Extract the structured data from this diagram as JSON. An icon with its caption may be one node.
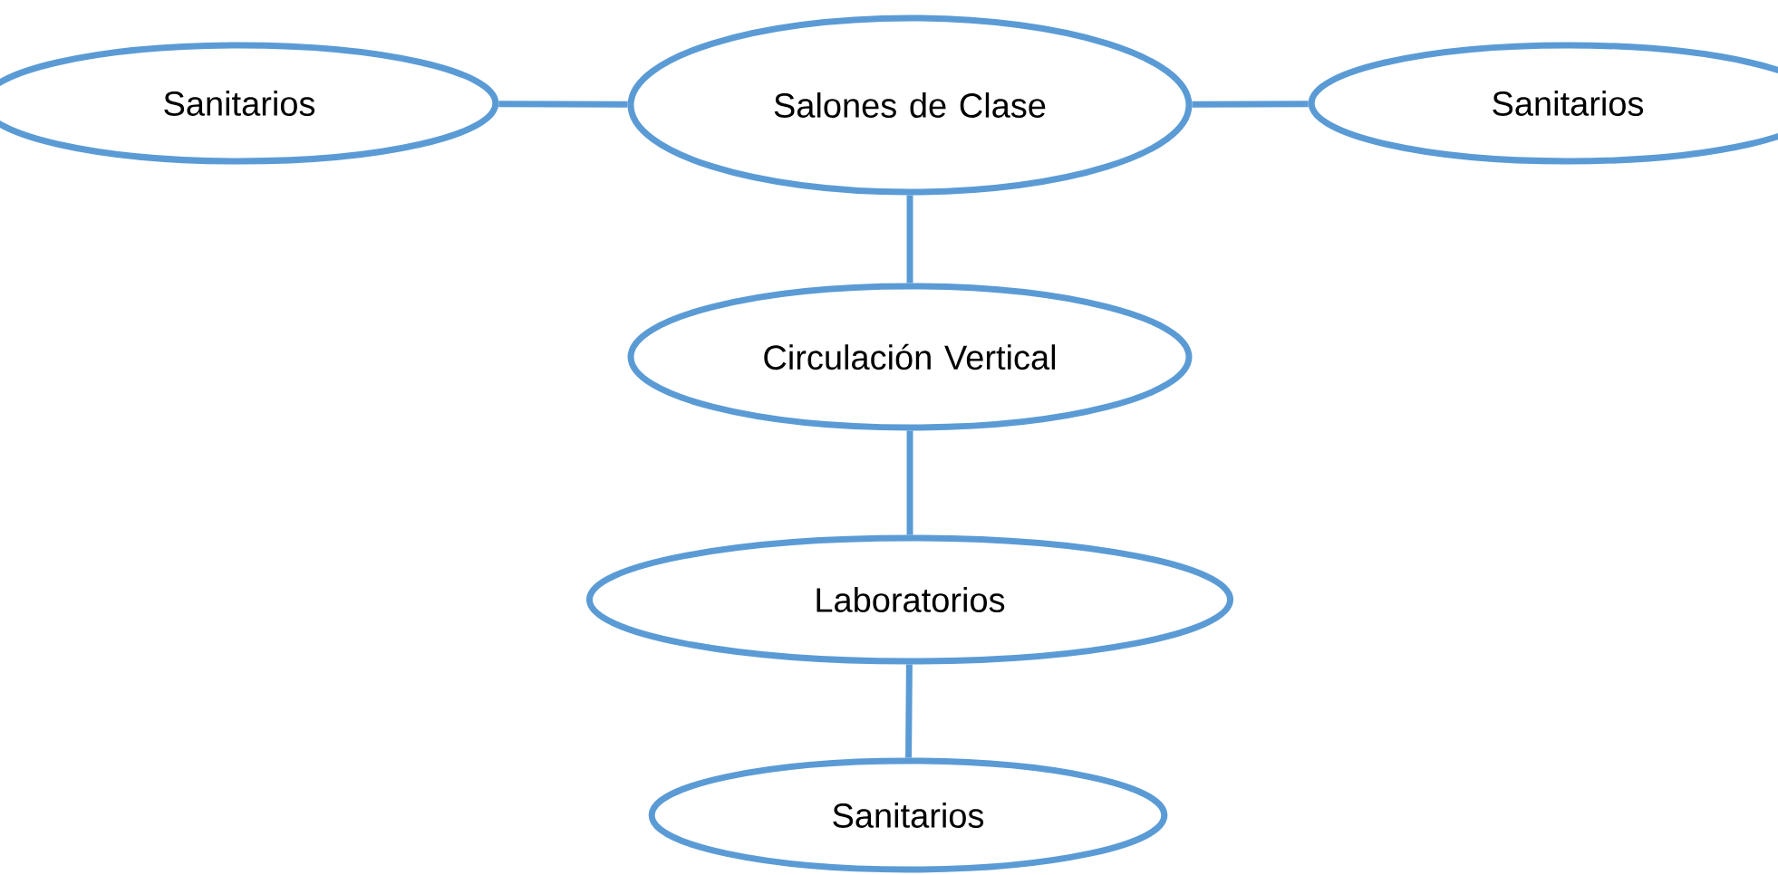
{
  "diagram": {
    "nodes": [
      {
        "text": [
          "Sanitarios"
        ]
      },
      {
        "text": [
          "Salones de Clase"
        ]
      },
      {
        "text": [
          "Sanitarios"
        ]
      },
      {
        "text": [
          "Circulación Vertical"
        ]
      },
      {
        "text": [
          "Laboratorios"
        ]
      },
      {
        "text": [
          "Sanitarios"
        ]
      }
    ],
    "edges": [
      {
        "from": 0,
        "to": 1,
        "arrow": "none"
      },
      {
        "from": 1,
        "to": 2,
        "arrow": "none"
      },
      {
        "from": 1,
        "to": 3,
        "arrow": "none"
      },
      {
        "from": 3,
        "to": 4,
        "arrow": "none"
      },
      {
        "from": 4,
        "to": 5,
        "arrow": "none"
      }
    ]
  }
}
